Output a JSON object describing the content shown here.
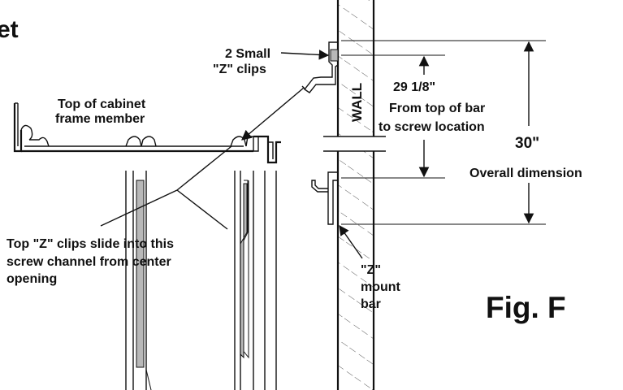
{
  "heading_partial": "et",
  "labels": {
    "small_clips_line1": "2 Small",
    "small_clips_line2": "\"Z\" clips",
    "top_frame_line1": "Top of cabinet",
    "top_frame_line2": "frame member",
    "wall": "WALL",
    "channel_line1": "Top \"Z\" clips slide into this",
    "channel_line2": "screw channel from center",
    "channel_line3": "opening",
    "mount_line1": "\"Z\"",
    "mount_line2": "mount",
    "mount_line3": "bar"
  },
  "dimensions": {
    "screw_value": "29 1/8\"",
    "screw_desc_line1": "From top of bar",
    "screw_desc_line2": "to screw location",
    "overall_value": "30\"",
    "overall_desc": "Overall dimension"
  },
  "figure_label": "Fig. F",
  "colors": {
    "ink": "#111111",
    "fill_gray": "#b8b8b8",
    "hatch": "#444444",
    "background": "#ffffff"
  }
}
